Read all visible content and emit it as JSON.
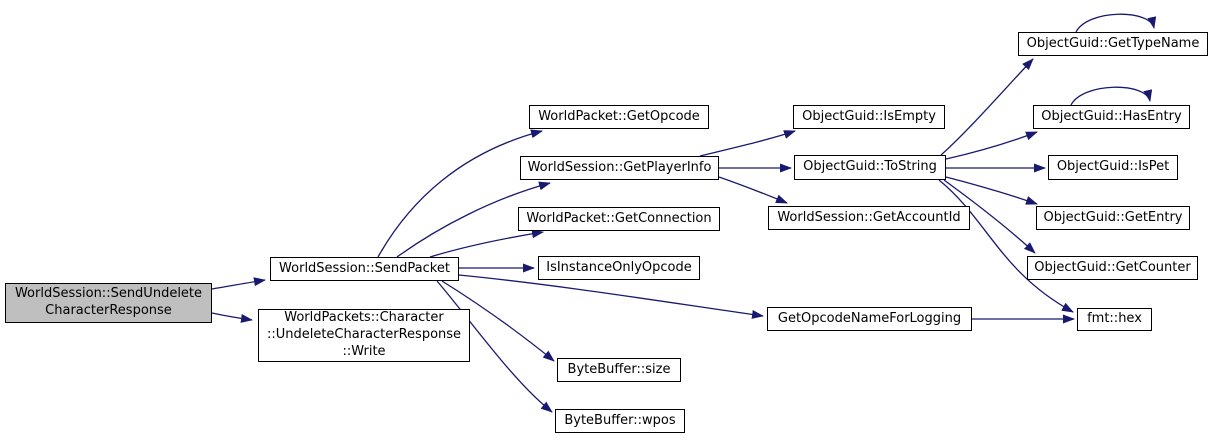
{
  "diagram": {
    "type": "call-graph",
    "background": "#ffffff",
    "edge_color": "#191970",
    "node_border_color": "#000000",
    "node_fill": "#ffffff",
    "highlight_fill": "#bfbfbf",
    "text_color": "#000000"
  },
  "nodes": [
    {
      "id": "send_undelete",
      "label": "WorldSession::SendUndelete\nCharacterResponse",
      "highlight": true
    },
    {
      "id": "send_packet",
      "label": "WorldSession::SendPacket",
      "highlight": false
    },
    {
      "id": "write",
      "label": "WorldPackets::Character\n::UndeleteCharacterResponse\n::Write",
      "highlight": false
    },
    {
      "id": "get_opcode",
      "label": "WorldPacket::GetOpcode",
      "highlight": false
    },
    {
      "id": "get_player_info",
      "label": "WorldSession::GetPlayerInfo",
      "highlight": false
    },
    {
      "id": "get_connection",
      "label": "WorldPacket::GetConnection",
      "highlight": false
    },
    {
      "id": "is_instance_only_opcode",
      "label": "IsInstanceOnlyOpcode",
      "highlight": false
    },
    {
      "id": "byte_buffer_size",
      "label": "ByteBuffer::size",
      "highlight": false
    },
    {
      "id": "byte_buffer_wpos",
      "label": "ByteBuffer::wpos",
      "highlight": false
    },
    {
      "id": "get_opcode_name_for_logging",
      "label": "GetOpcodeNameForLogging",
      "highlight": false
    },
    {
      "id": "is_empty",
      "label": "ObjectGuid::IsEmpty",
      "highlight": false
    },
    {
      "id": "to_string",
      "label": "ObjectGuid::ToString",
      "highlight": false
    },
    {
      "id": "get_account_id",
      "label": "WorldSession::GetAccountId",
      "highlight": false
    },
    {
      "id": "get_type_name",
      "label": "ObjectGuid::GetTypeName",
      "highlight": false
    },
    {
      "id": "has_entry",
      "label": "ObjectGuid::HasEntry",
      "highlight": false
    },
    {
      "id": "is_pet",
      "label": "ObjectGuid::IsPet",
      "highlight": false
    },
    {
      "id": "get_entry",
      "label": "ObjectGuid::GetEntry",
      "highlight": false
    },
    {
      "id": "get_counter",
      "label": "ObjectGuid::GetCounter",
      "highlight": false
    },
    {
      "id": "fmt_hex",
      "label": "fmt::hex",
      "highlight": false
    }
  ],
  "edges": [
    {
      "from": "send_undelete",
      "to": "send_packet"
    },
    {
      "from": "send_undelete",
      "to": "write"
    },
    {
      "from": "send_packet",
      "to": "get_opcode"
    },
    {
      "from": "send_packet",
      "to": "get_player_info"
    },
    {
      "from": "send_packet",
      "to": "get_connection"
    },
    {
      "from": "send_packet",
      "to": "is_instance_only_opcode"
    },
    {
      "from": "send_packet",
      "to": "get_opcode_name_for_logging"
    },
    {
      "from": "send_packet",
      "to": "byte_buffer_size"
    },
    {
      "from": "send_packet",
      "to": "byte_buffer_wpos"
    },
    {
      "from": "get_player_info",
      "to": "is_empty"
    },
    {
      "from": "get_player_info",
      "to": "to_string"
    },
    {
      "from": "get_player_info",
      "to": "get_account_id"
    },
    {
      "from": "to_string",
      "to": "get_type_name"
    },
    {
      "from": "to_string",
      "to": "has_entry"
    },
    {
      "from": "to_string",
      "to": "is_pet"
    },
    {
      "from": "to_string",
      "to": "get_entry"
    },
    {
      "from": "to_string",
      "to": "get_counter"
    },
    {
      "from": "to_string",
      "to": "fmt_hex"
    },
    {
      "from": "get_opcode_name_for_logging",
      "to": "fmt_hex"
    },
    {
      "from": "get_type_name",
      "to": "get_type_name"
    },
    {
      "from": "has_entry",
      "to": "has_entry"
    }
  ]
}
